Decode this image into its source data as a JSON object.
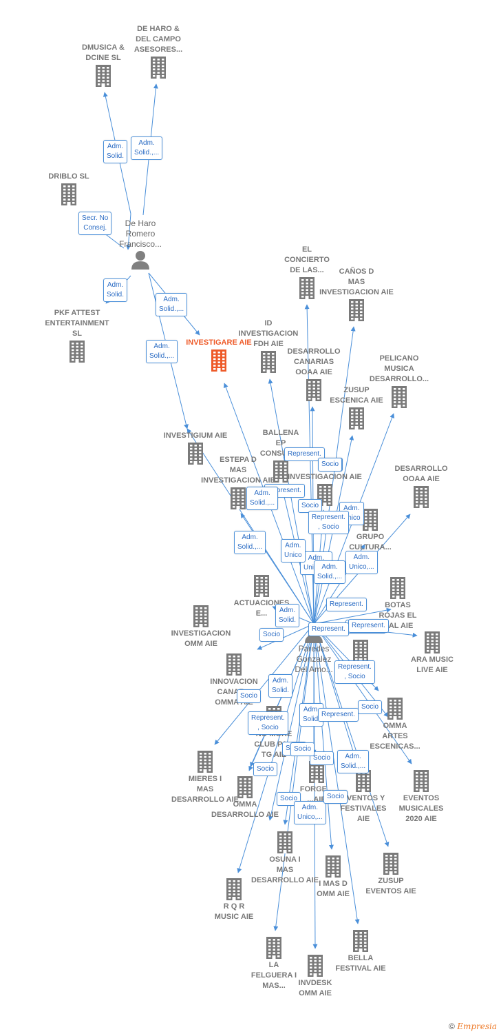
{
  "colors": {
    "edge": "#4a8fd9",
    "building": "#7a7a7a",
    "center": "#ee5a28",
    "person": "#808080"
  },
  "nodes": [
    {
      "id": "dmusica",
      "label": "DMUSICA &\nDCINE  SL",
      "type": "company",
      "icon": "building-icon"
    },
    {
      "id": "deharo_campo",
      "label": "DE HARO &\nDEL CAMPO\nASESORES...",
      "type": "company",
      "icon": "building-icon"
    },
    {
      "id": "driblo",
      "label": "DRIBLO SL",
      "type": "company",
      "icon": "building-icon"
    },
    {
      "id": "person_deharo",
      "label": "De Haro\nRomero\nFrancisco...",
      "type": "person",
      "icon": "person-icon"
    },
    {
      "id": "pkf",
      "label": "PKF ATTEST\nENTERTAINMENT\nSL",
      "type": "company",
      "icon": "building-icon"
    },
    {
      "id": "investigare",
      "label": "INVESTIGARE AIE",
      "type": "center",
      "icon": "building-icon"
    },
    {
      "id": "investigium",
      "label": "INVESTIGIUM AIE",
      "type": "company",
      "icon": "building-icon"
    },
    {
      "id": "el_concierto",
      "label": "EL\nCONCIERTO\nDE LAS...",
      "type": "company",
      "icon": "building-icon"
    },
    {
      "id": "canos",
      "label": "CAÑOS D\nMAS\nINVESTIGACION AIE",
      "type": "company",
      "icon": "building-icon"
    },
    {
      "id": "id_inv",
      "label": "ID\nINVESTIGACION\nFDH  AIE",
      "type": "company",
      "icon": "building-icon"
    },
    {
      "id": "desarrollo_canarias",
      "label": "DESARROLLO\nCANARIAS\nOOAA  AIE",
      "type": "company",
      "icon": "building-icon"
    },
    {
      "id": "pelicano",
      "label": "PELICANO\nMUSICA\nDESARROLLO...",
      "type": "company",
      "icon": "building-icon"
    },
    {
      "id": "zusup_escenica",
      "label": "ZUSUP\nESCENICA AIE",
      "type": "company",
      "icon": "building-icon"
    },
    {
      "id": "ballena",
      "label": "BALLENA\nEP\nCONSULT...",
      "type": "company",
      "icon": "building-icon"
    },
    {
      "id": "d_investigacion",
      "label": "D\nINVESTIGACION AIE",
      "type": "company",
      "icon": "building-icon"
    },
    {
      "id": "estepa",
      "label": "ESTEPA D\nMAS\nINVESTIGACION AIE",
      "type": "company",
      "icon": "building-icon"
    },
    {
      "id": "desarrollo_ooaa",
      "label": "DESARROLLO\nOOAA AIE",
      "type": "company",
      "icon": "building-icon"
    },
    {
      "id": "grupo",
      "label": "GRUPO\nCULTURA...\nAIE",
      "type": "company",
      "icon": "building-icon"
    },
    {
      "id": "actuaciones",
      "label": "ACTUACIONES\nE...",
      "type": "company",
      "icon": "building-icon"
    },
    {
      "id": "botas",
      "label": "BOTAS\nROJAS EL\n...AL AIE",
      "type": "company",
      "icon": "building-icon"
    },
    {
      "id": "investigacion_omm",
      "label": "INVESTIGACION\nOMM AIE",
      "type": "company",
      "icon": "building-icon"
    },
    {
      "id": "ara_music",
      "label": "ARA MUSIC\nLIVE AIE",
      "type": "company",
      "icon": "building-icon"
    },
    {
      "id": "person_paredes",
      "label": "Paredes\nGonzalez\nDel Amo...",
      "type": "person",
      "icon": "person-icon"
    },
    {
      "id": "innovacion",
      "label": "INNOVACION\nCANAR...\nOMMA  AIE",
      "type": "company",
      "icon": "building-icon"
    },
    {
      "id": "omma_artes",
      "label": "OMMA\nARTES\nESCENICAS...",
      "type": "company",
      "icon": "building-icon"
    },
    {
      "id": "no_more",
      "label": "NO MORE\nCLUB PA...\nTG AIE",
      "type": "company",
      "icon": "building-icon"
    },
    {
      "id": "mieres",
      "label": "MIERES I\nMAS\nDESARROLLO AIE",
      "type": "company",
      "icon": "building-icon"
    },
    {
      "id": "omma_desarrollo",
      "label": "OMMA\nDESARROLLO AIE",
      "type": "company",
      "icon": "building-icon"
    },
    {
      "id": "forge",
      "label": "FORGE...\n...AIE",
      "type": "company",
      "icon": "building-icon"
    },
    {
      "id": "eventos_festivales",
      "label": "EVENTOS Y\nFESTIVALES\nAIE",
      "type": "company",
      "icon": "building-icon"
    },
    {
      "id": "eventos_musicales",
      "label": "EVENTOS\nMUSICALES\n2020 AIE",
      "type": "company",
      "icon": "building-icon"
    },
    {
      "id": "osuna",
      "label": "OSUNA I\nMAS\nDESARROLLO AIE",
      "type": "company",
      "icon": "building-icon"
    },
    {
      "id": "i_mas_d",
      "label": "I MAS D\nOMM AIE",
      "type": "company",
      "icon": "building-icon"
    },
    {
      "id": "zusup_eventos",
      "label": "ZUSUP\nEVENTOS AIE",
      "type": "company",
      "icon": "building-icon"
    },
    {
      "id": "rqr",
      "label": "R Q R\nMUSIC AIE",
      "type": "company",
      "icon": "building-icon"
    },
    {
      "id": "la_felguera",
      "label": "LA\nFELGUERA I\nMAS...",
      "type": "company",
      "icon": "building-icon"
    },
    {
      "id": "invdesk",
      "label": "INVDESK\nOMM AIE",
      "type": "company",
      "icon": "building-icon"
    },
    {
      "id": "bella",
      "label": "BELLA\nFESTIVAL  AIE",
      "type": "company",
      "icon": "building-icon"
    },
    {
      "id": "extra_e",
      "label": "...E",
      "type": "company",
      "icon": "building-icon"
    }
  ],
  "edges": [
    {
      "from": "person_deharo",
      "to": "dmusica",
      "label": "Adm.\nSolid."
    },
    {
      "from": "person_deharo",
      "to": "deharo_campo",
      "label": "Adm.\nSolid.,..."
    },
    {
      "from": "person_deharo",
      "to": "driblo",
      "label": "Secr.  No\nConsej."
    },
    {
      "from": "person_deharo",
      "to": "pkf",
      "label": "Adm.\nSolid."
    },
    {
      "from": "person_deharo",
      "to": "investigare",
      "label": "Adm.\nSolid.,..."
    },
    {
      "from": "person_deharo",
      "to": "investigium",
      "label": "Adm.\nSolid.,..."
    },
    {
      "from": "person_paredes",
      "to": "investigare",
      "label": ""
    },
    {
      "from": "person_paredes",
      "to": "el_concierto",
      "label": "Represent."
    },
    {
      "from": "person_paredes",
      "to": "canos",
      "label": "Socio"
    },
    {
      "from": "person_paredes",
      "to": "id_inv",
      "label": ""
    },
    {
      "from": "person_paredes",
      "to": "desarrollo_canarias",
      "label": "Socio"
    },
    {
      "from": "person_paredes",
      "to": "pelicano",
      "label": "Adm.\nUnico"
    },
    {
      "from": "person_paredes",
      "to": "zusup_escenica",
      "label": "Represent.\n, Socio"
    },
    {
      "from": "person_paredes",
      "to": "ballena",
      "label": "Represent."
    },
    {
      "from": "person_paredes",
      "to": "d_investigacion",
      "label": "Adm.\nUnico,..."
    },
    {
      "from": "person_paredes",
      "to": "estepa",
      "label": "Adm.\nSolid.,..."
    },
    {
      "from": "person_paredes",
      "to": "investigium",
      "label": "Adm.\nSolid.,..."
    },
    {
      "from": "person_paredes",
      "to": "desarrollo_ooaa",
      "label": "Adm.\nUnico,..."
    },
    {
      "from": "person_paredes",
      "to": "grupo",
      "label": "Adm.\nSolid.,..."
    },
    {
      "from": "person_paredes",
      "to": "actuaciones",
      "label": "Adm.\nUnico"
    },
    {
      "from": "person_paredes",
      "to": "botas",
      "label": "Represent."
    },
    {
      "from": "person_paredes",
      "to": "ara_music",
      "label": "Represent."
    },
    {
      "from": "person_paredes",
      "to": "investigacion_omm",
      "label": "Socio"
    },
    {
      "from": "person_paredes",
      "to": "extra_e",
      "label": "Represent.\n, Socio"
    },
    {
      "from": "person_paredes",
      "to": "innovacion",
      "label": "Adm.\nSolid."
    },
    {
      "from": "person_paredes",
      "to": "omma_artes",
      "label": "Socio"
    },
    {
      "from": "person_paredes",
      "to": "mieres",
      "label": "Socio"
    },
    {
      "from": "person_paredes",
      "to": "no_more",
      "label": "Represent.\n, Socio"
    },
    {
      "from": "person_paredes",
      "to": "omma_desarrollo",
      "label": "Socio"
    },
    {
      "from": "person_paredes",
      "to": "forge",
      "label": "Adm.\nSolid."
    },
    {
      "from": "person_paredes",
      "to": "eventos_festivales",
      "label": "Represent."
    },
    {
      "from": "person_paredes",
      "to": "eventos_musicales",
      "label": "Adm.\nSolid.,..."
    },
    {
      "from": "person_paredes",
      "to": "osuna",
      "label": "Socio"
    },
    {
      "from": "person_paredes",
      "to": "i_mas_d",
      "label": "Socio"
    },
    {
      "from": "person_paredes",
      "to": "zusup_eventos",
      "label": "Socio"
    },
    {
      "from": "person_paredes",
      "to": "rqr",
      "label": "Socio"
    },
    {
      "from": "person_paredes",
      "to": "la_felguera",
      "label": "Socio"
    },
    {
      "from": "person_paredes",
      "to": "invdesk",
      "label": "Adm.\nUnico,..."
    },
    {
      "from": "person_paredes",
      "to": "bella",
      "label": "Socio"
    }
  ],
  "extra_badges": [
    {
      "label": "Represent."
    },
    {
      "label": "Socio"
    },
    {
      "label": "Adm.\nSolid.,..."
    },
    {
      "label": "Adm.\nSolid."
    },
    {
      "label": "Represent."
    }
  ],
  "footer": {
    "copyright": "©",
    "brand": "Empresia"
  }
}
